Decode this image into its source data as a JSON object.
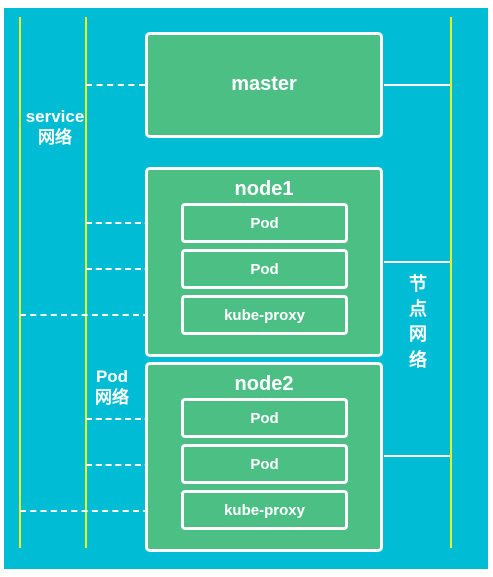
{
  "master": {
    "label": "master"
  },
  "node1": {
    "title": "node1",
    "pods": [
      "Pod",
      "Pod"
    ],
    "proxy": "kube-proxy"
  },
  "node2": {
    "title": "node2",
    "pods": [
      "Pod",
      "Pod"
    ],
    "proxy": "kube-proxy"
  },
  "labels": {
    "service_line1": "service",
    "service_line2": "网络",
    "pod_line1": "Pod",
    "pod_line2": "网络",
    "node_chars": [
      "节",
      "点",
      "网",
      "络"
    ]
  },
  "colors": {
    "background": "#00bcd4",
    "box_fill": "#4cbf85",
    "border": "#ffffff",
    "network_line": "#e8f51a"
  }
}
